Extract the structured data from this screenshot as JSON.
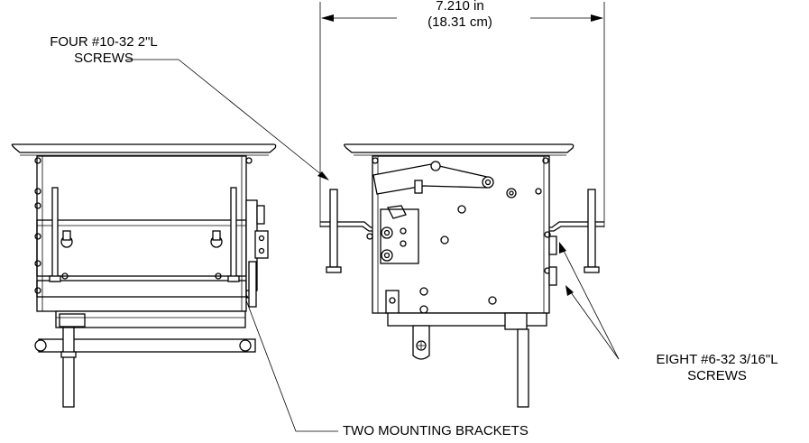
{
  "dimension": {
    "imperial": "7.210 in",
    "metric": "(18.31 cm)"
  },
  "callouts": {
    "four_screws": {
      "line1": "FOUR #10-32 2\"L",
      "line2": "SCREWS"
    },
    "eight_screws": {
      "line1": "EIGHT #6-32 3/16\"L",
      "line2": "SCREWS"
    },
    "brackets": "TWO MOUNTING BRACKETS"
  },
  "views": [
    "side-view",
    "front-view"
  ]
}
